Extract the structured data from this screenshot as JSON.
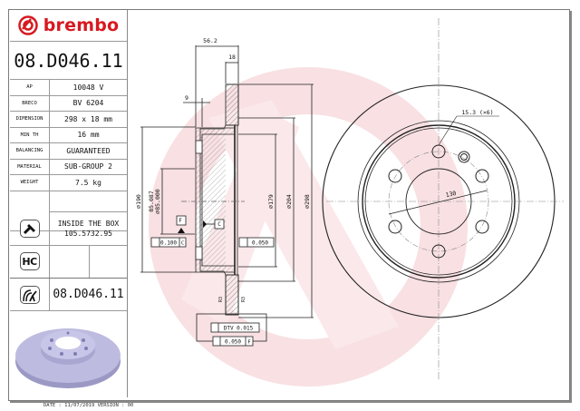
{
  "header": {
    "brand": "brembo",
    "part_number": "08.D046.11"
  },
  "specs": [
    {
      "label": "AP",
      "value": "10048 V"
    },
    {
      "label": "BRECO",
      "value": "BV 6204"
    },
    {
      "label": "DIMENSION",
      "value": "298 x 18 mm"
    },
    {
      "label": "MIN TH",
      "value": "16 mm"
    },
    {
      "label": "BALANCING",
      "value": "GUARANTEED"
    },
    {
      "label": "MATERIAL",
      "value": "SUB-GROUP 2"
    },
    {
      "label": "WEIGHT",
      "value": "7.5 kg"
    }
  ],
  "accessories": {
    "screw_icon": "screw-icon",
    "inside_box_label": "INSIDE THE BOX",
    "inside_box_code": "105.5732.95",
    "hc_label": "HC",
    "coating_icon": "disc-coating-icon",
    "part_number_repeat": "08.D046.11"
  },
  "footer": {
    "text": "DATE : 11/07/2019 VERSION : 00"
  },
  "drawing": {
    "section_view": {
      "overall_height_label": "56.2",
      "thickness_label": "18",
      "hat_thickness_label": "9",
      "diam_190": "⌀190",
      "centre_bore_upper": "85.087",
      "centre_bore_lower": "⌀85.000",
      "diam_179": "⌀179",
      "diam_204": "⌀204",
      "diam_298": "⌀298",
      "datum_f": "F",
      "datum_c": "C",
      "tol_parallel": "0.100",
      "tol_parallel_ref": "C",
      "tol_runout_face": "0.050",
      "tol_dtv": "DTV 0.015",
      "tol_runout": "0.050",
      "tol_runout_ref": "F",
      "roughness_left": "R3",
      "roughness_right": "R3"
    },
    "front_view": {
      "bolt_hole_label": "15.3 (×6)",
      "pcd_label": "130"
    }
  },
  "colors": {
    "brand_red": "#d71920",
    "watermark": "#f7d9dc",
    "disc_3d": "#b7b5d8",
    "line": "#222222"
  }
}
